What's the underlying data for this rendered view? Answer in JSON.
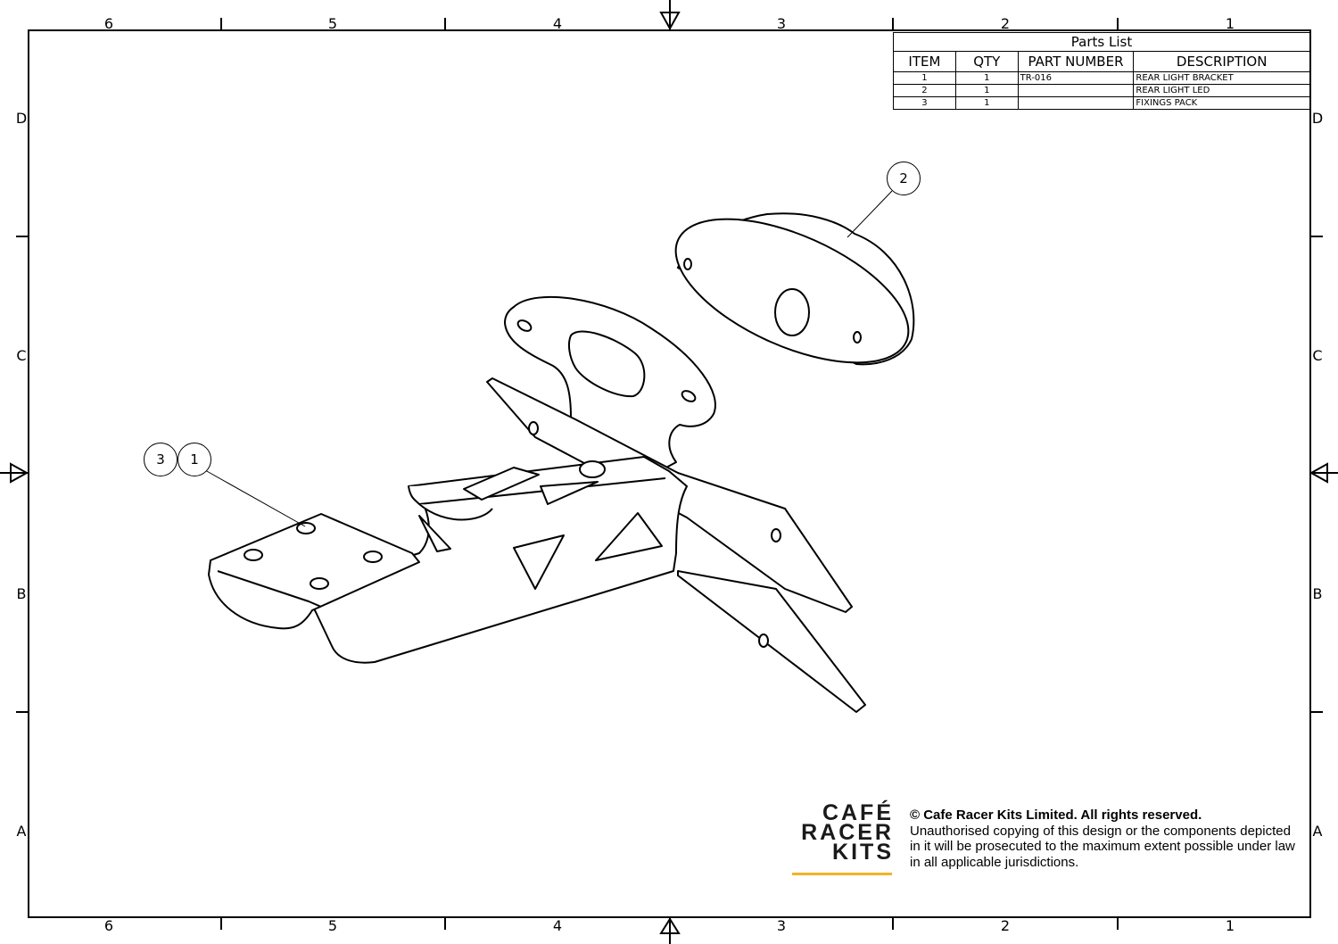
{
  "sheet": {
    "zones_horizontal": [
      "6",
      "5",
      "4",
      "3",
      "2",
      "1"
    ],
    "zones_vertical": [
      "D",
      "C",
      "B",
      "A"
    ]
  },
  "parts_list": {
    "title": "Parts List",
    "headers": [
      "ITEM",
      "QTY",
      "PART NUMBER",
      "DESCRIPTION"
    ],
    "rows": [
      {
        "item": "1",
        "qty": "1",
        "part_number": "TR-016",
        "description": "REAR LIGHT BRACKET"
      },
      {
        "item": "2",
        "qty": "1",
        "part_number": "",
        "description": "REAR LIGHT LED"
      },
      {
        "item": "3",
        "qty": "1",
        "part_number": "",
        "description": "FIXINGS PACK"
      }
    ]
  },
  "balloons": {
    "led": "2",
    "fixings": "3",
    "bracket": "1"
  },
  "brand": {
    "line1": "CAFÉ",
    "line2": "RACER",
    "line3": "KITS",
    "accent_color": "#f2b227"
  },
  "copyright": {
    "heading": "© Cafe Racer Kits Limited. All rights reserved.",
    "body": "Unauthorised copying of this design or the components depicted in it will be prosecuted to the maximum extent possible under law in all applicable jurisdictions."
  }
}
